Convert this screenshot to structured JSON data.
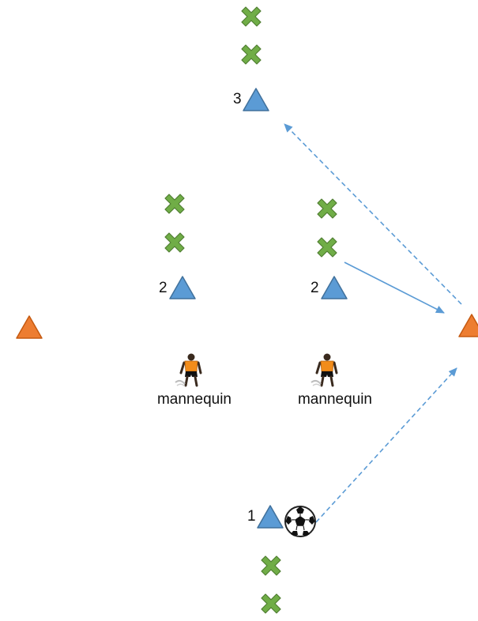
{
  "colors": {
    "cone_blue": "#5b9bd5",
    "cone_blue_stroke": "#41719c",
    "cone_orange": "#ed7d31",
    "cone_orange_stroke": "#c55a11",
    "marker_green": "#70ad47",
    "marker_green_stroke": "#507e32",
    "arrow": "#5b9bd5",
    "player_shirt": "#f28c1a"
  },
  "icons": {
    "cone": "triangle-cone-icon",
    "player_marker": "cross-marker-icon",
    "ball": "soccer-ball-icon",
    "mannequin": "mannequin-figure-icon"
  },
  "labels": {
    "station_1": "1",
    "station_2_left": "2",
    "station_2_right": "2",
    "station_3": "3",
    "mannequin_left": "mannequin",
    "mannequin_right": "mannequin"
  }
}
